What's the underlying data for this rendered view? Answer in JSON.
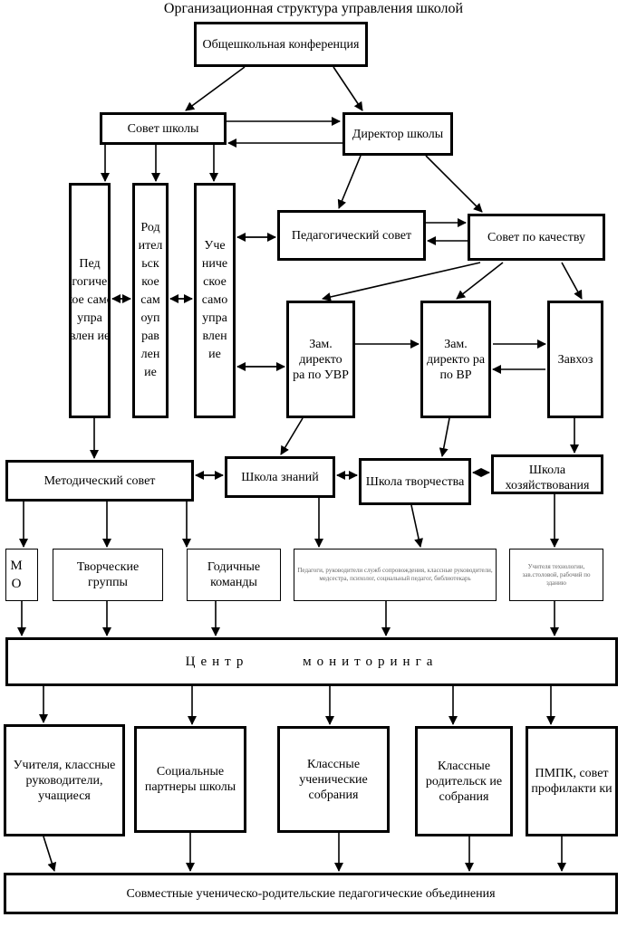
{
  "title": "Организационная   структура управления школой",
  "nodes": {
    "conference": "Общешкольная конференция",
    "school_council": "Совет школы",
    "director": "Директор школы",
    "ped_self": "Пед агогичес кое само упра влен ие",
    "parent_self": "Род ител ьск кое сам оуп рав лен ие",
    "student_self": "Уче ниче ское само упра влен ие",
    "ped_council": "Педагогический совет",
    "quality_council": "Совет по качеству",
    "dep_uvr": "Зам. директо ра по УВР",
    "dep_vr": "Зам. директо ра по ВР",
    "zavhoz": "Завхоз",
    "method_council": "Методический совет",
    "school_knowledge": "Школа знаний",
    "school_creativity": "Школа творчества",
    "school_economy": "Школа хозяйствования",
    "mo": "М О",
    "creative_groups": "Творческие группы",
    "annual_teams": "Годичные команды",
    "ped_staff": "Педагоги, руководители служб сопровождения, классные руководители, медсестра, психолог, социальный педагог, библиотекарь",
    "support_staff": "Учителя технологии, зав.столовой, рабочий по зданию",
    "monitoring": "Центр мониторинга",
    "teachers": "Учителя, классные руководители, учащиеся",
    "partners": "Социальные партнеры школы",
    "class_student": "Классные ученические собрания",
    "class_parent": "Классные родительск ие собрания",
    "pmpk": "ПМПК, совет профилакти ки",
    "joint": "Совместные ученическо-родительские педагогические объединения"
  }
}
